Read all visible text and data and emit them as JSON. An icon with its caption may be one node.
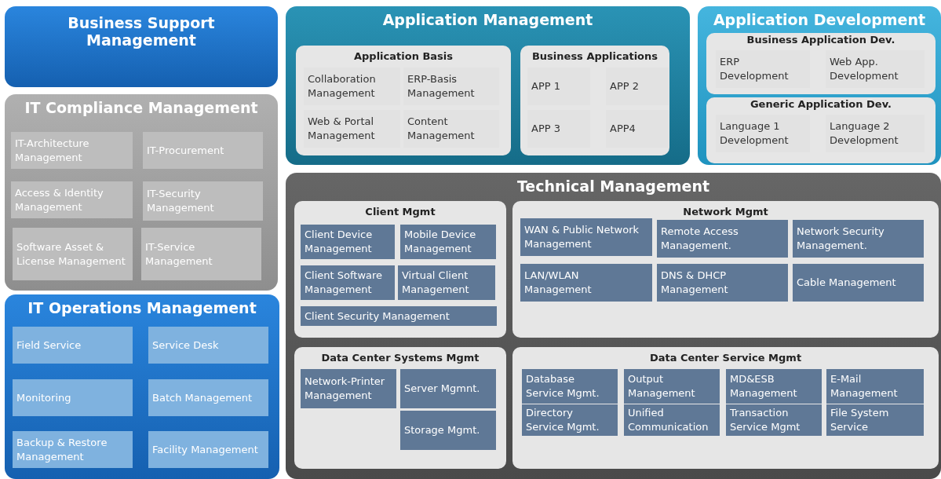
{
  "diagram": {
    "nodes": [
      {
        "text": [
          "Business Support Management"
        ]
      },
      {
        "text": [
          "IT Compliance Management"
        ]
      },
      {
        "text": [
          "IT-Architecture Management"
        ],
        "in": 1
      },
      {
        "text": [
          "IT-Procurement"
        ],
        "in": 1
      },
      {
        "text": [
          "Access & Identity Management"
        ],
        "in": 1
      },
      {
        "text": [
          "IT-Security Management"
        ],
        "in": 1
      },
      {
        "text": [
          "Software Asset & License Management"
        ],
        "in": 1
      },
      {
        "text": [
          "IT-Service Management"
        ],
        "in": 1
      },
      {
        "text": [
          "IT Operations Management"
        ]
      },
      {
        "text": [
          "Field Service"
        ],
        "in": 8
      },
      {
        "text": [
          "Service Desk"
        ],
        "in": 8
      },
      {
        "text": [
          "Monitoring"
        ],
        "in": 8
      },
      {
        "text": [
          "Batch Management"
        ],
        "in": 8
      },
      {
        "text": [
          "Backup & Restore Management"
        ],
        "in": 8
      },
      {
        "text": [
          "Facility Management"
        ],
        "in": 8
      },
      {
        "text": [
          "Application Management"
        ]
      },
      {
        "text": [
          "Application Basis"
        ],
        "in": 15
      },
      {
        "text": [
          "Collaboration Management"
        ],
        "in": 16
      },
      {
        "text": [
          "ERP-Basis Management"
        ],
        "in": 16
      },
      {
        "text": [
          "Web & Portal Management"
        ],
        "in": 16
      },
      {
        "text": [
          "Content Management"
        ],
        "in": 16
      },
      {
        "text": [
          "Business Applications"
        ],
        "in": 15
      },
      {
        "text": [
          "APP 1"
        ],
        "in": 21
      },
      {
        "text": [
          "APP 2"
        ],
        "in": 21
      },
      {
        "text": [
          "APP 3"
        ],
        "in": 21
      },
      {
        "text": [
          "APP4"
        ],
        "in": 21
      },
      {
        "text": [
          "Application Development"
        ]
      },
      {
        "text": [
          "Business Application Dev."
        ],
        "in": 26
      },
      {
        "text": [
          "ERP Development"
        ],
        "in": 27
      },
      {
        "text": [
          "Web App. Development"
        ],
        "in": 27
      },
      {
        "text": [
          "Generic Application Dev."
        ],
        "in": 26
      },
      {
        "text": [
          "Language 1 Development"
        ],
        "in": 30
      },
      {
        "text": [
          "Language 2 Development"
        ],
        "in": 30
      },
      {
        "text": [
          "Technical Management"
        ]
      },
      {
        "text": [
          "Client Mgmt"
        ],
        "in": 33
      },
      {
        "text": [
          "Client Device Management"
        ],
        "in": 34
      },
      {
        "text": [
          "Mobile Device Management"
        ],
        "in": 34
      },
      {
        "text": [
          "Client Software Management"
        ],
        "in": 34
      },
      {
        "text": [
          "Virtual Client Management"
        ],
        "in": 34
      },
      {
        "text": [
          "Client Security  Management"
        ],
        "in": 34
      },
      {
        "text": [
          "Network Mgmt"
        ],
        "in": 33
      },
      {
        "text": [
          "WAN & Public Network Management"
        ],
        "in": 40
      },
      {
        "text": [
          "Remote Access Management."
        ],
        "in": 40
      },
      {
        "text": [
          "Network Security Management."
        ],
        "in": 40
      },
      {
        "text": [
          "LAN/WLAN Management"
        ],
        "in": 40
      },
      {
        "text": [
          "DNS & DHCP Management"
        ],
        "in": 40
      },
      {
        "text": [
          "Cable Management"
        ],
        "in": 40
      },
      {
        "text": [
          "Data Center Systems Mgmt"
        ],
        "in": 33
      },
      {
        "text": [
          "Network-Printer Management"
        ],
        "in": 47
      },
      {
        "text": [
          "Server Mgmnt."
        ],
        "in": 47
      },
      {
        "text": [
          "Storage Mgmt."
        ],
        "in": 47
      },
      {
        "text": [
          "Data Center Service Mgmt"
        ],
        "in": 33
      },
      {
        "text": [
          "Database Service Mgmt."
        ],
        "in": 51
      },
      {
        "text": [
          "Output Management"
        ],
        "in": 51
      },
      {
        "text": [
          "MD&ESB Management"
        ],
        "in": 51
      },
      {
        "text": [
          "E-Mail Management"
        ],
        "in": 51
      },
      {
        "text": [
          "Directory Service Mgmt."
        ],
        "in": 51
      },
      {
        "text": [
          "Unified Communication"
        ],
        "in": 51
      },
      {
        "text": [
          "Transaction Service Mgmt"
        ],
        "in": 51
      },
      {
        "text": [
          "File System Service"
        ],
        "in": 51
      }
    ]
  }
}
